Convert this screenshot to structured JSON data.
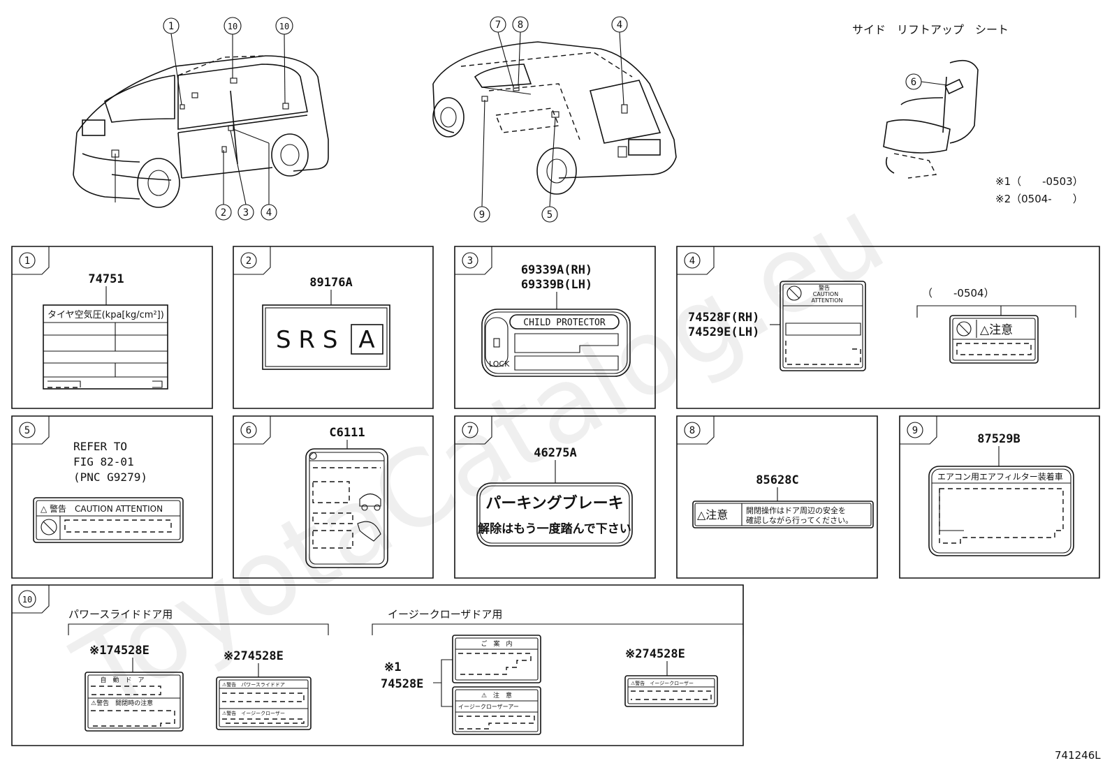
{
  "side_title": "サイド　リフトアップ　シート",
  "notes": {
    "n1": "※1（　　-0503）",
    "n2": "※2（0504-　　）"
  },
  "watermark": "ToyotaCatalog.eu",
  "figure_id": "741246L",
  "callouts": [
    "1",
    "2",
    "3",
    "4",
    "5",
    "6",
    "7",
    "8",
    "9",
    "10"
  ],
  "panels": {
    "p1": {
      "num": "1",
      "part": "74751",
      "tire_label": "タイヤ空気圧(kpa[kg/cm²])"
    },
    "p2": {
      "num": "2",
      "part": "89176A",
      "srs": "S R S",
      "srs_a": "A"
    },
    "p3": {
      "num": "3",
      "part1": "69339A(RH)",
      "part2": "69339B(LH)",
      "header": "CHILD PROTECTOR",
      "lock": "LOCK"
    },
    "p4": {
      "num": "4",
      "part1": "74528F(RH)",
      "part2": "74529E(LH)",
      "variant": "（　　-0504）",
      "kanji_small": "警告",
      "caution1": "CAUTION",
      "caution2": "ATTENTION",
      "right_text": "△注意"
    },
    "p5": {
      "num": "5",
      "ref1": "REFER TO",
      "ref2": "FIG 82-01",
      "ref3": "(PNC G9279)",
      "bar": "△ 警告　CAUTION ATTENTION"
    },
    "p6": {
      "num": "6",
      "part": "C6111"
    },
    "p7": {
      "num": "7",
      "part": "46275A",
      "line1": "パーキングブレーキ",
      "line2": "解除はもう一度踏んで下さい"
    },
    "p8": {
      "num": "8",
      "part": "85628C",
      "left": "△注意",
      "right1": "開閉操作はドア周辺の安全を",
      "right2": "確認しながら行ってください。"
    },
    "p9": {
      "num": "9",
      "part": "87529B",
      "header": "エアコン用エアフィルター装着車"
    },
    "p10": {
      "num": "10",
      "group1": "パワースライドドア用",
      "group2": "イージークローザドア用",
      "labelA": "※174528E",
      "labelB": "※274528E",
      "labelC1": "※1",
      "labelC2": "74528E",
      "labelD": "※274528E",
      "a_top": "自　動　ド　ア",
      "a_bottom": "⚠警告　開閉時の注意",
      "b_top": "⚠警告　パワースライドドア",
      "b_bottom": "⚠警告　イージークローザー",
      "c_top": "ご　案　内",
      "c_mid": "⚠　注　意",
      "c_bottom": "イージークローザーアー",
      "d_top": "⚠警告　イージークローザー"
    }
  }
}
